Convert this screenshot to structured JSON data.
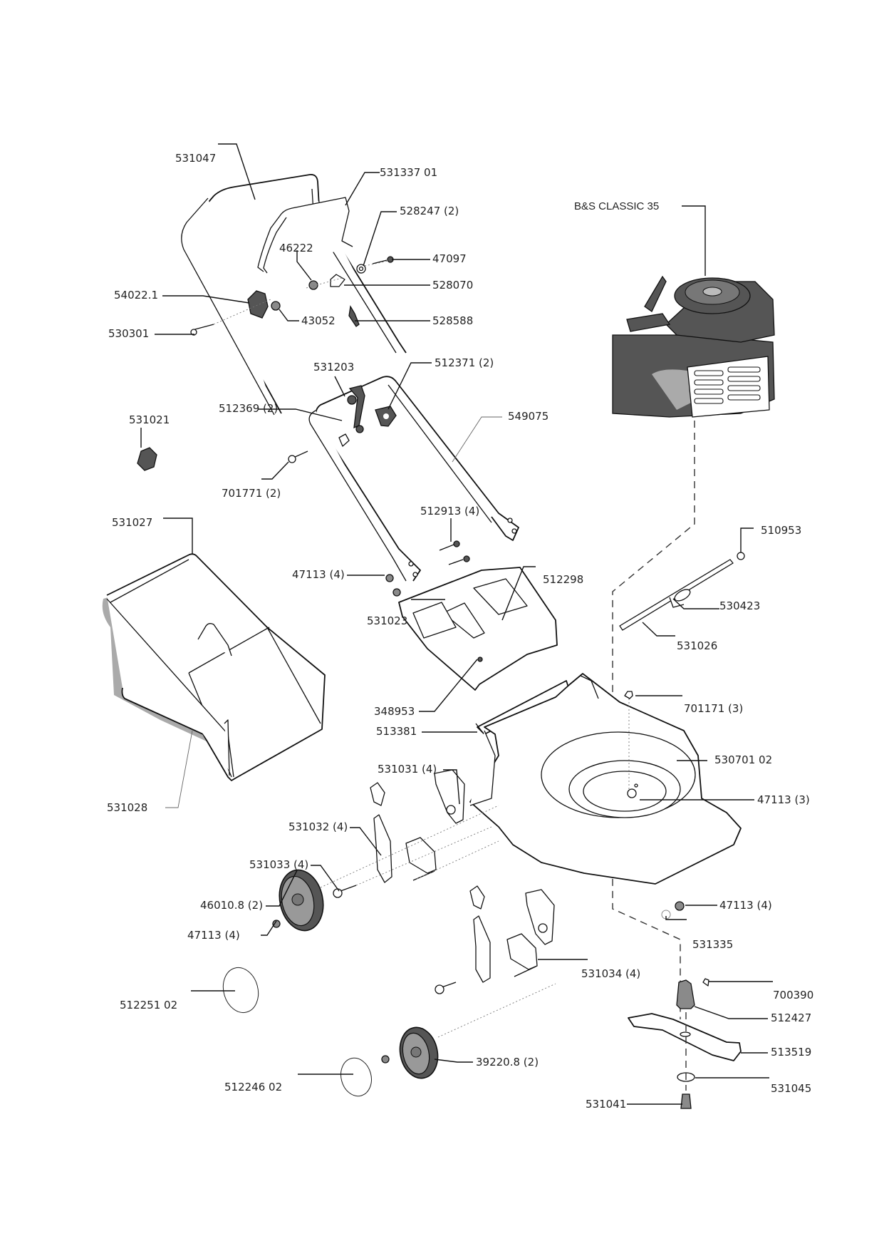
{
  "diagram": {
    "title": "Lawn mower exploded parts diagram",
    "engine_label": "B&S CLASSIC 35",
    "labels": {
      "p531047": "531047",
      "p531337_01": "531337 01",
      "p528247": "528247 (2)",
      "p46222": "46222",
      "p47097": "47097",
      "p528070": "528070",
      "p54022_1": "54022.1",
      "p43052": "43052",
      "p530301": "530301",
      "p528588": "528588",
      "p531203": "531203",
      "p512371": "512371 (2)",
      "p512369": "512369 (2)",
      "p549075": "549075",
      "p531021": "531021",
      "p701771": "701771 (2)",
      "p531027": "531027",
      "p512913": "512913 (4)",
      "p510953": "510953",
      "p47113_top": "47113 (4)",
      "p512298": "512298",
      "p530423": "530423",
      "p531023": "531023",
      "p531026": "531026",
      "p348953": "348953",
      "p701171": "701171 (3)",
      "p513381": "513381",
      "p530701_02": "530701 02",
      "p531031": "531031 (4)",
      "p47113_mid": "47113 (3)",
      "p531028": "531028",
      "p531032": "531032 (4)",
      "p531033": "531033 (4)",
      "p47113_right": "47113 (4)",
      "p46010_8": "46010.8 (2)",
      "p531335": "531335",
      "p47113_wheel": "47113 (4)",
      "p531034": "531034 (4)",
      "p700390": "700390",
      "p512251_02": "512251 02",
      "p512427": "512427",
      "p513519": "513519",
      "p39220_8": "39220.8 (2)",
      "p512246_02": "512246 02",
      "p531045": "531045",
      "p531041": "531041"
    }
  }
}
